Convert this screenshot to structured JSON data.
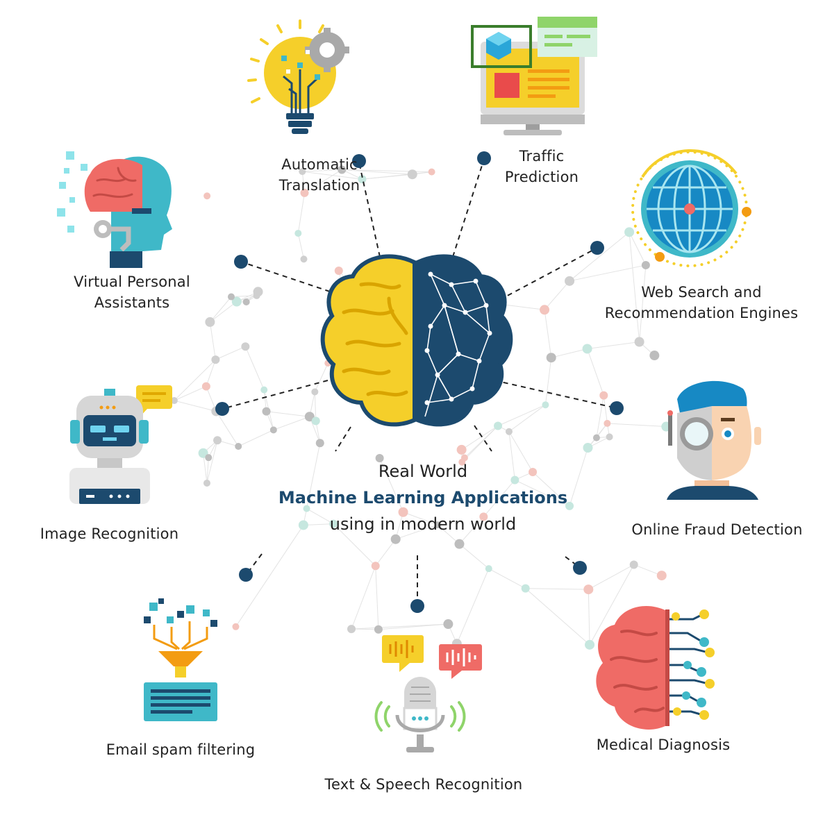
{
  "center": {
    "line1": "Real World",
    "line2": "Machine Learning Applications",
    "line3": "using in modern world"
  },
  "applications": {
    "auto_translation": [
      "Automatic",
      "Translation"
    ],
    "traffic": [
      "Traffic",
      "Prediction"
    ],
    "virtual": [
      "Virtual Personal",
      "Assistants"
    ],
    "web": [
      "Web Search and",
      "Recommendation Engines"
    ],
    "image": "Image Recognition",
    "fraud": "Online Fraud Detection",
    "email": "Email spam filtering",
    "speech": "Text & Speech Recognition",
    "medical": "Medical Diagnosis"
  },
  "icons": [
    "lightbulb-gear-icon",
    "monitor-dashboard-icon",
    "robot-head-brain-icon",
    "globe-icon",
    "robot-icon",
    "cyborg-face-icon",
    "data-funnel-icon",
    "microphone-icon",
    "brain-circuit-icon",
    "brain-icon"
  ],
  "colors": {
    "navy": "#1c4a6e",
    "yellow": "#f5cf2a",
    "red": "#ef6b66",
    "teal": "#3fb8c8",
    "blue": "#1789c4"
  }
}
